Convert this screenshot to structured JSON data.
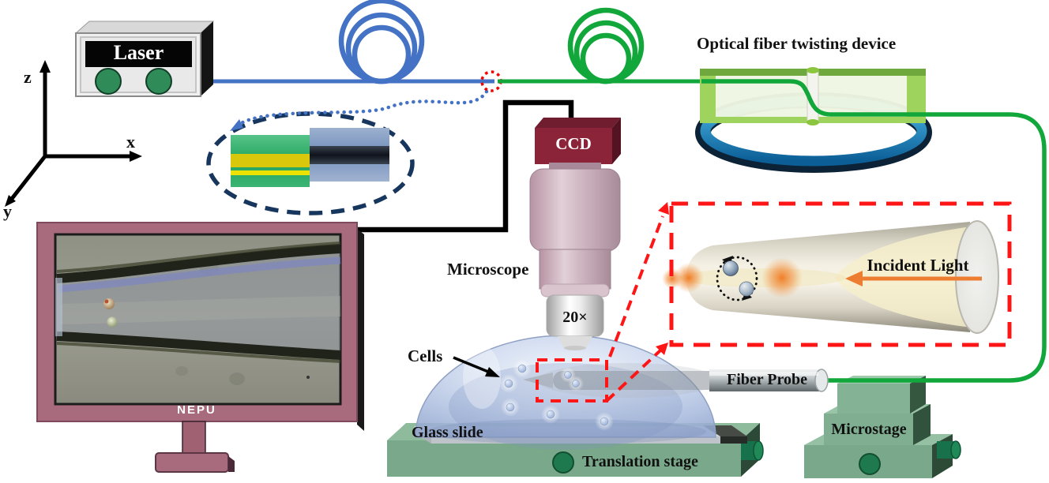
{
  "axes": {
    "z": "z",
    "x": "x",
    "y": "y"
  },
  "laser": {
    "label": "Laser"
  },
  "twisting_device": {
    "title": "Optical fiber twisting device"
  },
  "camera": {
    "label": "CCD"
  },
  "microscope": {
    "label": "Microscope",
    "objective_magnification": "20×"
  },
  "inset": {
    "incident_light": "Incident Light"
  },
  "sample": {
    "cells": "Cells",
    "glass_slide": "Glass slide",
    "translation_stage": "Translation stage",
    "fiber_probe": "Fiber Probe",
    "microstage": "Microstage"
  },
  "monitor": {
    "brand": "NEPU"
  },
  "colors": {
    "laser_beam_blue": "#4472c4",
    "fiber_green": "#12a73b",
    "highlight_red": "#fe1515",
    "callout_navy": "#17365d",
    "ccd_maroon": "#8c2439",
    "monitor_mauve": "#a86a7d",
    "stage_green": "#7aa88a",
    "device_green": "#9ed45e",
    "rotator_ring_blue": "#1283c4",
    "incident_light_orange": "#ed7d31"
  }
}
